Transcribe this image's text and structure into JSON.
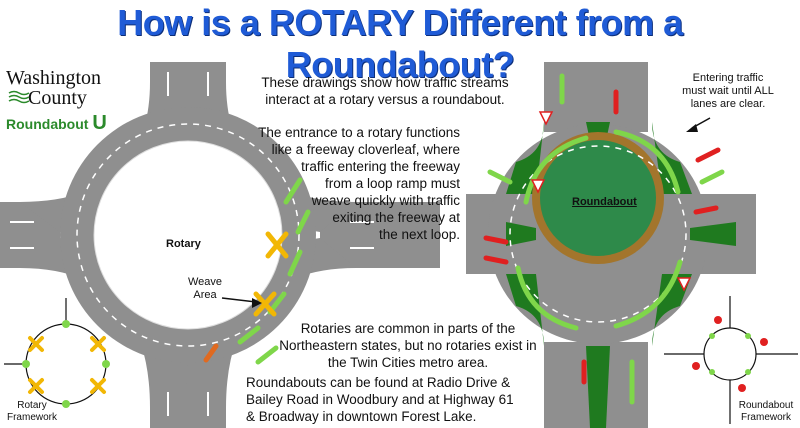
{
  "title": "How is a ROTARY Different from a Roundabout?",
  "logo": {
    "line1": "Washington",
    "line2": "County",
    "program": "Roundabout",
    "program_u": "U"
  },
  "intro": {
    "line1": "These drawings show how traffic streams",
    "line2": "interact at a rotary versus a roundabout."
  },
  "rotary_explain": {
    "lines": [
      "The entrance to a rotary functions",
      "like a freeway cloverleaf,  where",
      "traffic entering the freeway",
      "from a loop ramp must",
      "weave quickly with traffic",
      "exiting the freeway at",
      "the next loop."
    ]
  },
  "entering_note": {
    "lines": [
      "Entering traffic",
      "must wait until ALL",
      "lanes are clear."
    ]
  },
  "rotaries_note": {
    "lines": [
      "Rotaries are common in parts of the",
      "Northeastern states, but no rotaries exist in",
      "the Twin Cities metro area."
    ]
  },
  "roundabouts_note": {
    "lines": [
      "Roundabouts can be found at Radio Drive &",
      "Bailey Road in Woodbury and at Highway 61",
      "& Broadway in downtown Forest Lake."
    ]
  },
  "labels": {
    "rotary": "Rotary",
    "weave_line1": "Weave",
    "weave_line2": "Area",
    "roundabout": "Roundabout",
    "rotary_framework_line1": "Rotary",
    "rotary_framework_line2": "Framework",
    "roundabout_framework_line1": "Roundabout",
    "roundabout_framework_line2": "Framework"
  },
  "colors": {
    "title": "#1f5bd6",
    "road": "#8f8f8f",
    "grass": "#1f7a1f",
    "ring": "#a3752c",
    "green_arrow": "#7fd64a",
    "red_arrow": "#e02020",
    "yellow_arrow": "#f2b705"
  }
}
